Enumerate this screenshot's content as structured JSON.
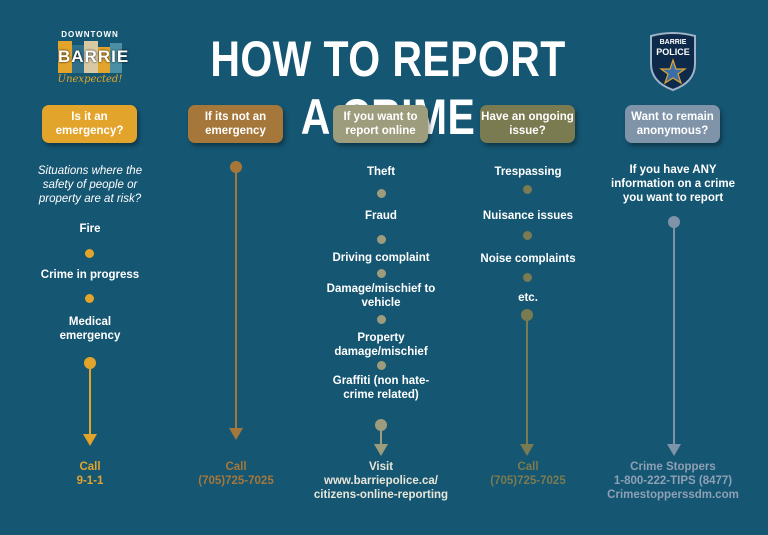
{
  "title": "HOW TO REPORT A CRIME",
  "logo": {
    "top": "DOWNTOWN",
    "word": "BARRIE",
    "tagline": "Unexpected!"
  },
  "badge": {
    "top": "BARRIE",
    "word": "POLICE"
  },
  "colors": {
    "background": "#155672",
    "gold": "#e3a42b",
    "brown": "#a6773a",
    "sage": "#9d9d7e",
    "olive": "#7a7b50",
    "steel": "#7f93a9"
  },
  "columns": [
    {
      "header": "Is it an emergency?",
      "intro": "Situations where the safety of people or property are at risk?",
      "items": [
        "Fire",
        "Crime in progress",
        "Medical emergency"
      ],
      "footer": [
        "Call",
        "9-1-1"
      ]
    },
    {
      "header": "If its not an emergency",
      "footer": [
        "Call",
        "(705)725-7025"
      ]
    },
    {
      "header": "If you want to report online",
      "items": [
        "Theft",
        "Fraud",
        "Driving complaint",
        "Damage/mischief to vehicle",
        "Property damage/mischief",
        "Graffiti (non hate-crime related)"
      ],
      "footer": [
        "Visit",
        "www.barriepolice.ca/",
        "citizens-online-reporting"
      ]
    },
    {
      "header": "Have an ongoing issue?",
      "items": [
        "Trespassing",
        "Nuisance issues",
        "Noise complaints",
        "etc."
      ],
      "footer": [
        "Call",
        "(705)725-7025"
      ]
    },
    {
      "header": "Want to remain anonymous?",
      "intro": "If  you have ANY information on a crime you want to report",
      "footer": [
        "Crime Stoppers",
        "1-800-222-TIPS (8477)",
        "Crimestopperssdm.com"
      ]
    }
  ]
}
